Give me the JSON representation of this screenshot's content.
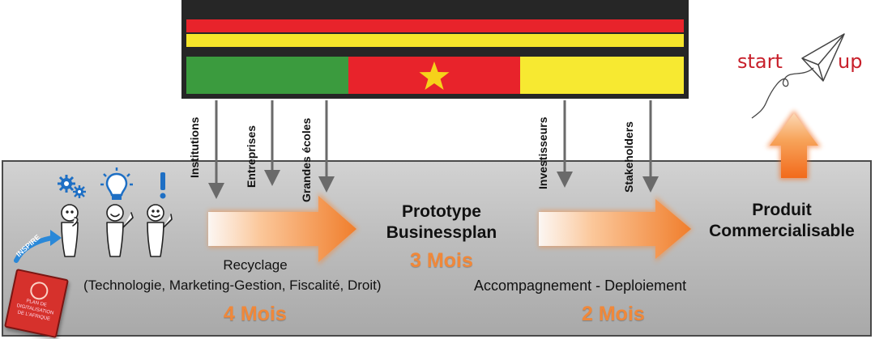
{
  "colors": {
    "germany_black": "#262626",
    "germany_red": "#e8232b",
    "germany_gold": "#f6e52a",
    "cameroon_green": "#3b9b3e",
    "cameroon_red": "#e8232b",
    "cameroon_yellow": "#f7e931",
    "star": "#f6d21a",
    "accent_orange": "#f0883a",
    "arrow_gray": "#6a6a6a",
    "startup_red": "#c8202b"
  },
  "inputs": [
    {
      "label": "Institutions"
    },
    {
      "label": "Entreprises"
    },
    {
      "label": "Grandes écoles"
    },
    {
      "label": "Investisseurs"
    },
    {
      "label": "Stakeholders"
    }
  ],
  "phases": {
    "recyclage": {
      "title": "Recyclage",
      "subjects": "(Technologie, Marketing-Gestion, Fiscalité, Droit)",
      "duration": "4 Mois"
    },
    "prototype": {
      "line1": "Prototype",
      "line2": "Businessplan",
      "duration": "3 Mois"
    },
    "accompagnement": {
      "title": "Accompagnement - Deploiement",
      "duration": "2 Mois"
    },
    "produit": {
      "line1": "Produit",
      "line2": "Commercialisable"
    }
  },
  "inspire_label": "INSPIRE",
  "book": {
    "line1": "PLAN DE",
    "line2": "DIGITALISATION",
    "line3": "DE L'AFRIQUE"
  },
  "startup_logo": {
    "left": "start",
    "right": "up"
  }
}
